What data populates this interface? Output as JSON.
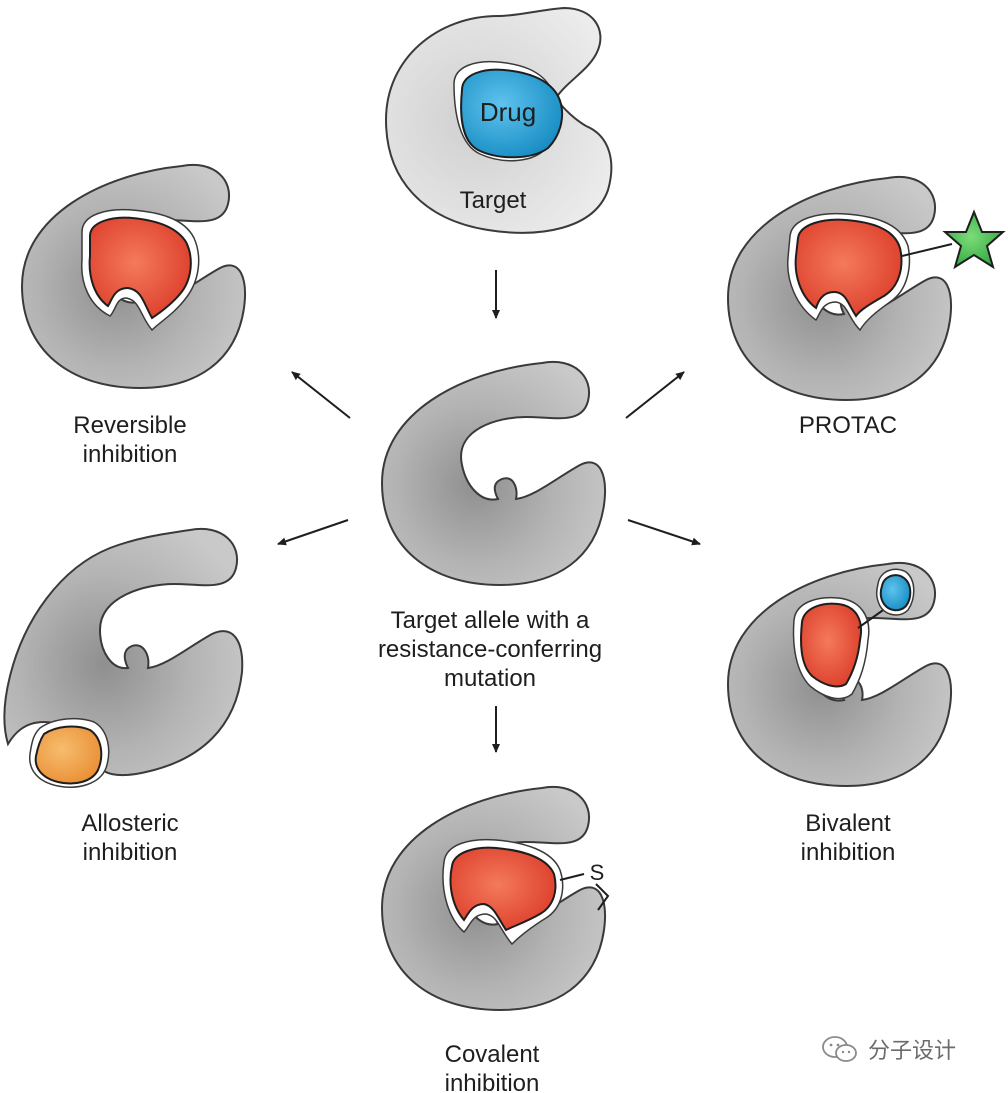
{
  "figure": {
    "colors": {
      "protein_fill": "#b6b6b6",
      "protein_stroke": "#3a3a3a",
      "wild_type_fill": "#dddddd",
      "drug_blue": "#1f9ad0",
      "inhibitor_red": "#e0412b",
      "allosteric_orange": "#f0a04a",
      "degron_green": "#35b245",
      "arrow": "#1e1e1e"
    },
    "labels": {
      "target": "Target",
      "drug": "Drug",
      "mutant_line1": "Target allele with a",
      "mutant_line2": "resistance-conferring",
      "mutant_line3": "mutation",
      "reversible_line1": "Reversible",
      "reversible_line2": "inhibition",
      "protac": "PROTAC",
      "allosteric_line1": "Allosteric",
      "allosteric_line2": "inhibition",
      "bivalent_line1": "Bivalent",
      "bivalent_line2": "inhibition",
      "covalent_line1": "Covalent",
      "covalent_line2": "inhibition",
      "sulfur": "S"
    },
    "watermark": {
      "text": "分子设计",
      "icon": "wechat-icon"
    }
  }
}
